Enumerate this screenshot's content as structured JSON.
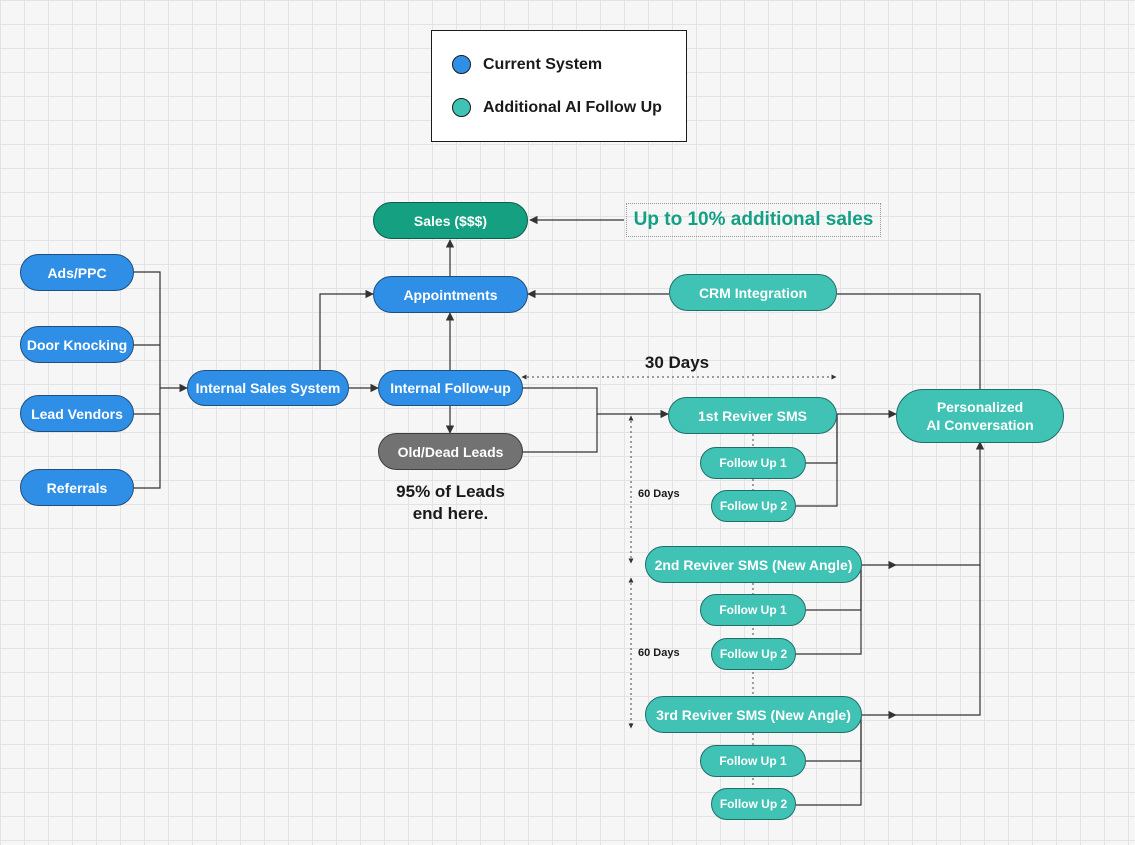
{
  "legend": {
    "items": [
      {
        "label": "Current System",
        "color": "#2f8fe6"
      },
      {
        "label": "Additional AI Follow Up",
        "color": "#40c2b4"
      }
    ]
  },
  "colors": {
    "current_system": "#2f8fe6",
    "ai_follow_up": "#40c2b4",
    "sales": "#14a081",
    "dead_leads": "#727272",
    "callout_text": "#13a085"
  },
  "nodes": {
    "ads_ppc": "Ads/PPC",
    "door_knocking": "Door Knocking",
    "lead_vendors": "Lead Vendors",
    "referrals": "Referrals",
    "internal_sales_system": "Internal Sales System",
    "internal_follow_up": "Internal Follow-up",
    "appointments": "Appointments",
    "sales": "Sales ($$$)",
    "old_dead_leads": "Old/Dead Leads",
    "crm_integration": "CRM Integration",
    "personalized_ai_line1": "Personalized",
    "personalized_ai_line2": "AI Conversation",
    "reviver_1": "1st Reviver SMS",
    "reviver_2": "2nd Reviver SMS (New Angle)",
    "reviver_3": "3rd Reviver SMS (New Angle)",
    "follow_up_1": "Follow Up 1",
    "follow_up_2": "Follow Up 2"
  },
  "annotations": {
    "additional_sales": "Up to 10% additional sales",
    "thirty_days": "30 Days",
    "sixty_days": "60 Days",
    "dead_leads_note_line1": "95% of Leads",
    "dead_leads_note_line2": "end here."
  }
}
